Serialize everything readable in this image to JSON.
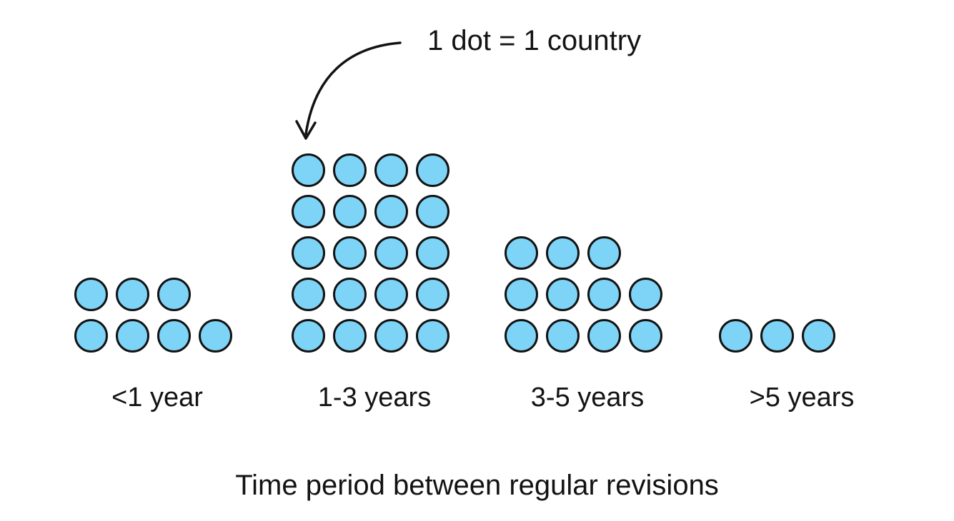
{
  "chart_data": {
    "type": "dot_plot",
    "title": "Time period between regular revisions",
    "annotation": "1 dot = 1 country",
    "categories": [
      "<1 year",
      "1-3 years",
      "3-5 years",
      ">5 years"
    ],
    "values": [
      7,
      20,
      11,
      3
    ],
    "dots_per_row": 4,
    "dot_fill_color": "#7ED4F6",
    "dot_border_color": "#131313",
    "text_color": "#131313",
    "background_color": "#FFFFFF",
    "legend_position": "top-center",
    "grid": false
  }
}
